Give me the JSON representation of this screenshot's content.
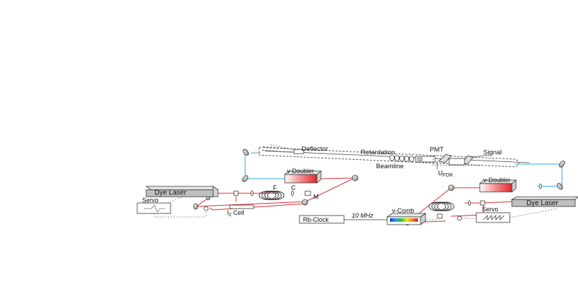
{
  "labels": {
    "deflector": "Deflector",
    "retardation": "Retardation",
    "pmt": "PMT",
    "signal": "Signal",
    "beamline": "Beamline",
    "u_fdr_main": "U",
    "u_fdr_sub": "FDR",
    "doubler_left": "ν-Doubler",
    "doubler_right": "ν-Doubler",
    "dye_laser_left": "Dye Laser",
    "dye_laser_right": "Dye Laser",
    "servo_left": "Servo",
    "servo_right": "Servo",
    "fiber_f": "F",
    "coupler_c": "C",
    "mirror_m": "M",
    "iodine_cell_main": "I",
    "iodine_cell_sub": "2",
    "iodine_cell_rest": " Cell",
    "rb_clock": "Rb-Clock",
    "freq_10mhz": "10 MHz",
    "comb": "ν-Comb"
  },
  "colors": {
    "laser_red": "#e0282e",
    "uv_blue": "#2aa6e0",
    "outline": "#333333",
    "laser_box_fill": "#bfbfbf",
    "dashed": "#555555"
  }
}
